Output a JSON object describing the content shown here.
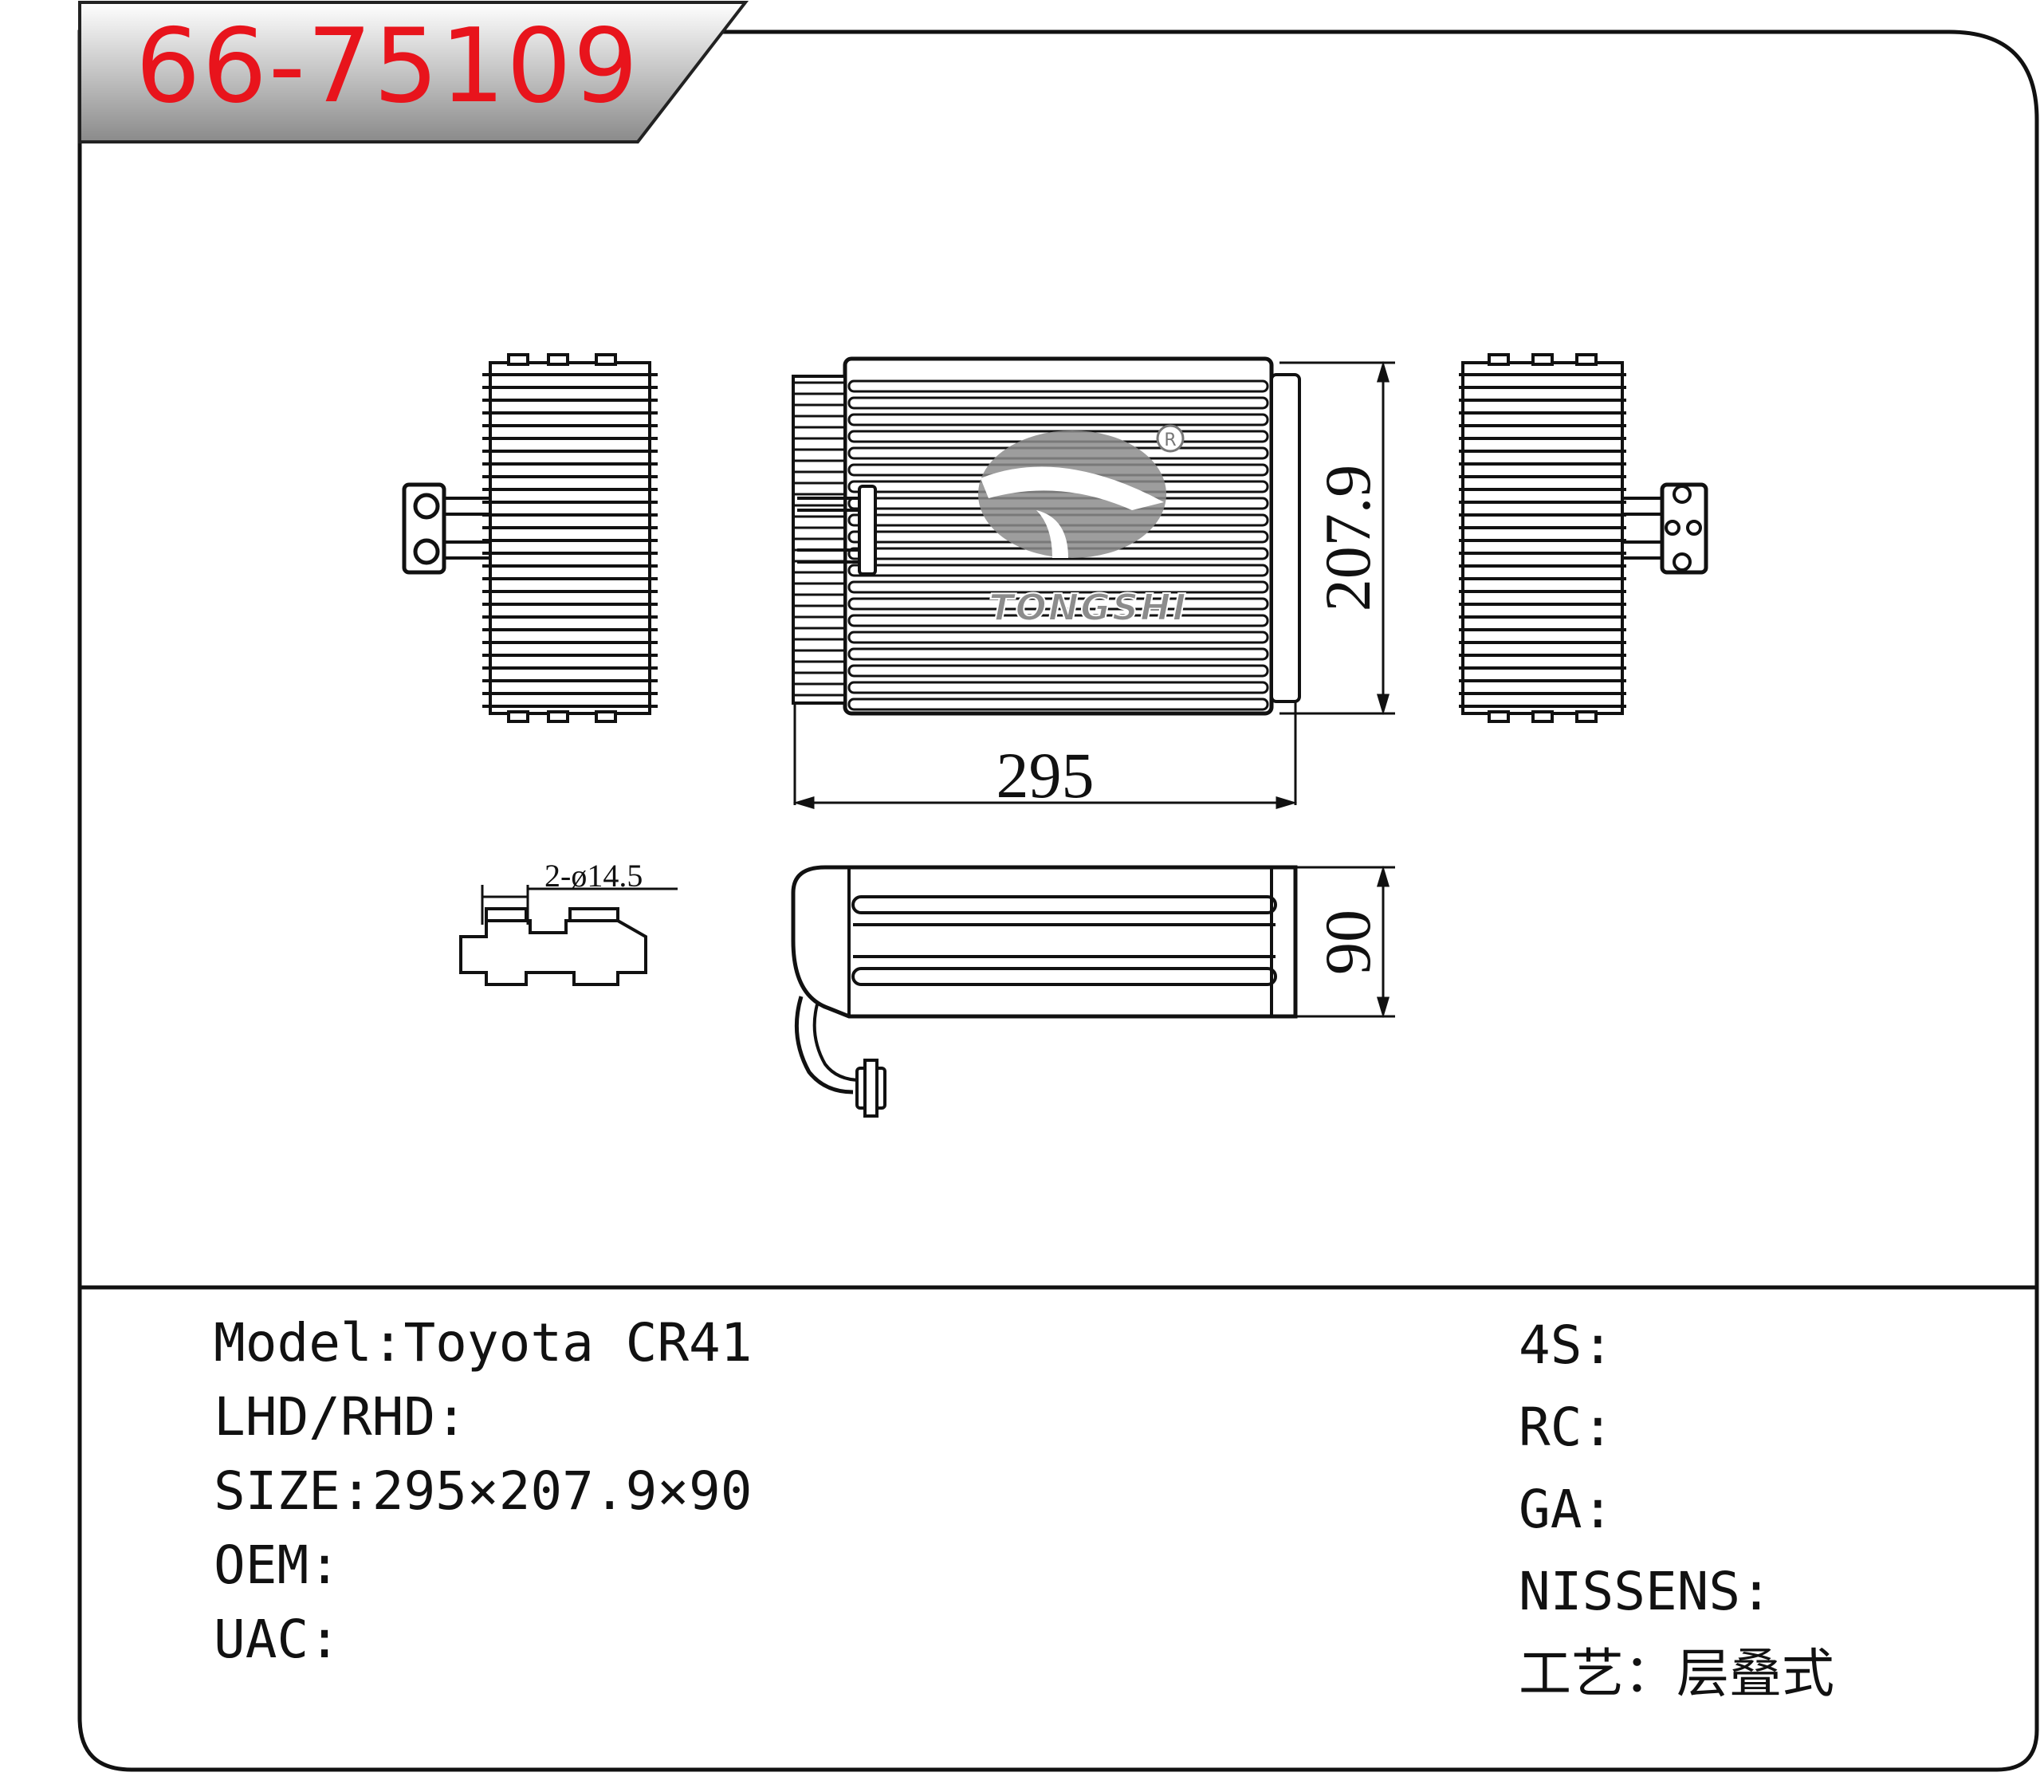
{
  "part_number": "66-75109",
  "brand": "TONGSHI",
  "registered_mark": "R",
  "dimensions": {
    "width": "295",
    "height": "207.9",
    "depth": "90",
    "pipe_holes": "2-ø14.5"
  },
  "specs_left": [
    {
      "label": "Model",
      "sep": ":",
      "value": "Toyota CR41"
    },
    {
      "label": "LHD/RHD",
      "sep": ":",
      "value": ""
    },
    {
      "label": "SIZE",
      "sep": ":",
      "value": "295×207.9×90"
    },
    {
      "label": "OEM",
      "sep": ":",
      "value": ""
    },
    {
      "label": "UAC",
      "sep": ":",
      "value": ""
    }
  ],
  "specs_right": [
    {
      "label": "4S",
      "sep": ":",
      "value": ""
    },
    {
      "label": "RC",
      "sep": ":",
      "value": ""
    },
    {
      "label": "GA",
      "sep": ":",
      "value": ""
    },
    {
      "label": "NISSENS",
      "sep": ":",
      "value": ""
    },
    {
      "label": "工艺",
      "sep": "：",
      "value": "层叠式"
    }
  ],
  "colors": {
    "title_red": "#e8141c",
    "tab_gray": "#9a9a9a",
    "logo_gray": "#8c8c8c"
  }
}
